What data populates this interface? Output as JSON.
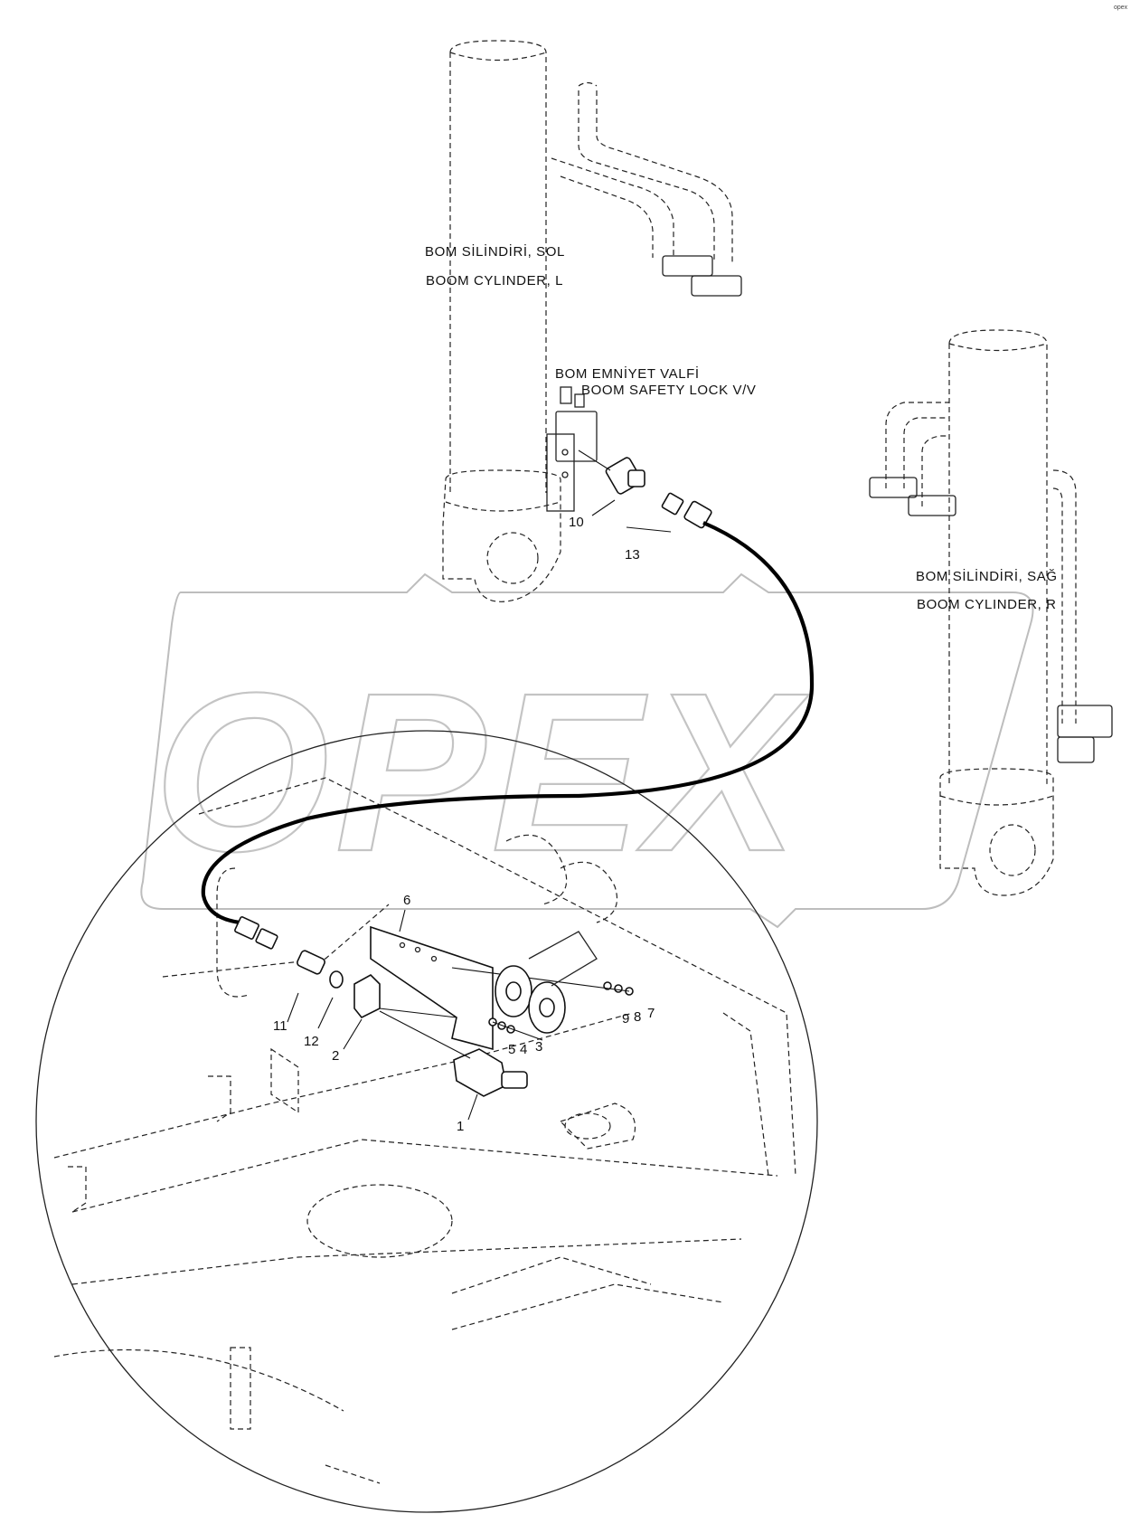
{
  "labels": {
    "boom_cyl_left_tr": "BOM SİLİNDİRİ, SOL",
    "boom_cyl_left_en": "BOOM CYLINDER, L",
    "safety_valve_tr": "BOM EMNİYET VALFİ",
    "safety_valve_en": "BOOM SAFETY LOCK V/V",
    "boom_cyl_right_tr": "BOM SİLİNDİRİ, SAĞ",
    "boom_cyl_right_en": "BOOM CYLINDER, R"
  },
  "watermark": "OPEX",
  "corner_mark": "opex",
  "callouts": {
    "c1": "1",
    "c2": "2",
    "c3": "3",
    "c4": "4",
    "c5": "5",
    "c6": "6",
    "c7": "7",
    "c8": "8",
    "c9": "9",
    "c10": "10",
    "c11": "11",
    "c12": "12",
    "c13": "13"
  }
}
